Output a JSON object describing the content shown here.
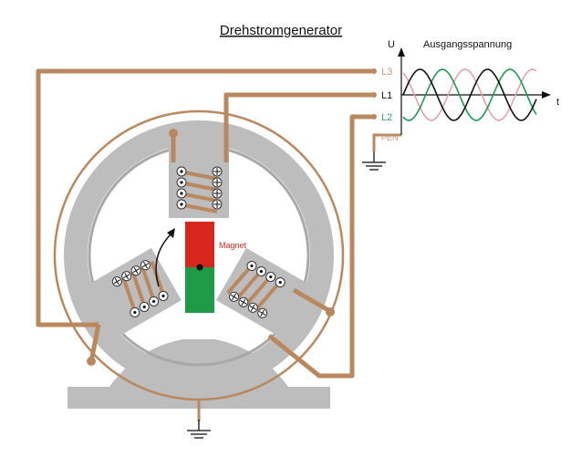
{
  "title": "Drehstromgenerator",
  "graph": {
    "y_axis_label": "U",
    "x_axis_label": "t",
    "caption": "Ausgangsspannung"
  },
  "terminals": {
    "l3": "L3",
    "l1": "L1",
    "l2": "L2",
    "pen": "PEN"
  },
  "rotor": {
    "label": "Magnet"
  },
  "colors": {
    "copper": "#b9885e",
    "iron": "#bdbdbd",
    "iron_dark": "#a8a8a8",
    "north": "#d9261c",
    "south": "#1f9a46",
    "l3_wave": "#e8a0ab",
    "l1_wave": "#111111",
    "l2_wave": "#1f9a52",
    "l3_text": "#c89878",
    "l2_text": "#3a9a7a"
  }
}
